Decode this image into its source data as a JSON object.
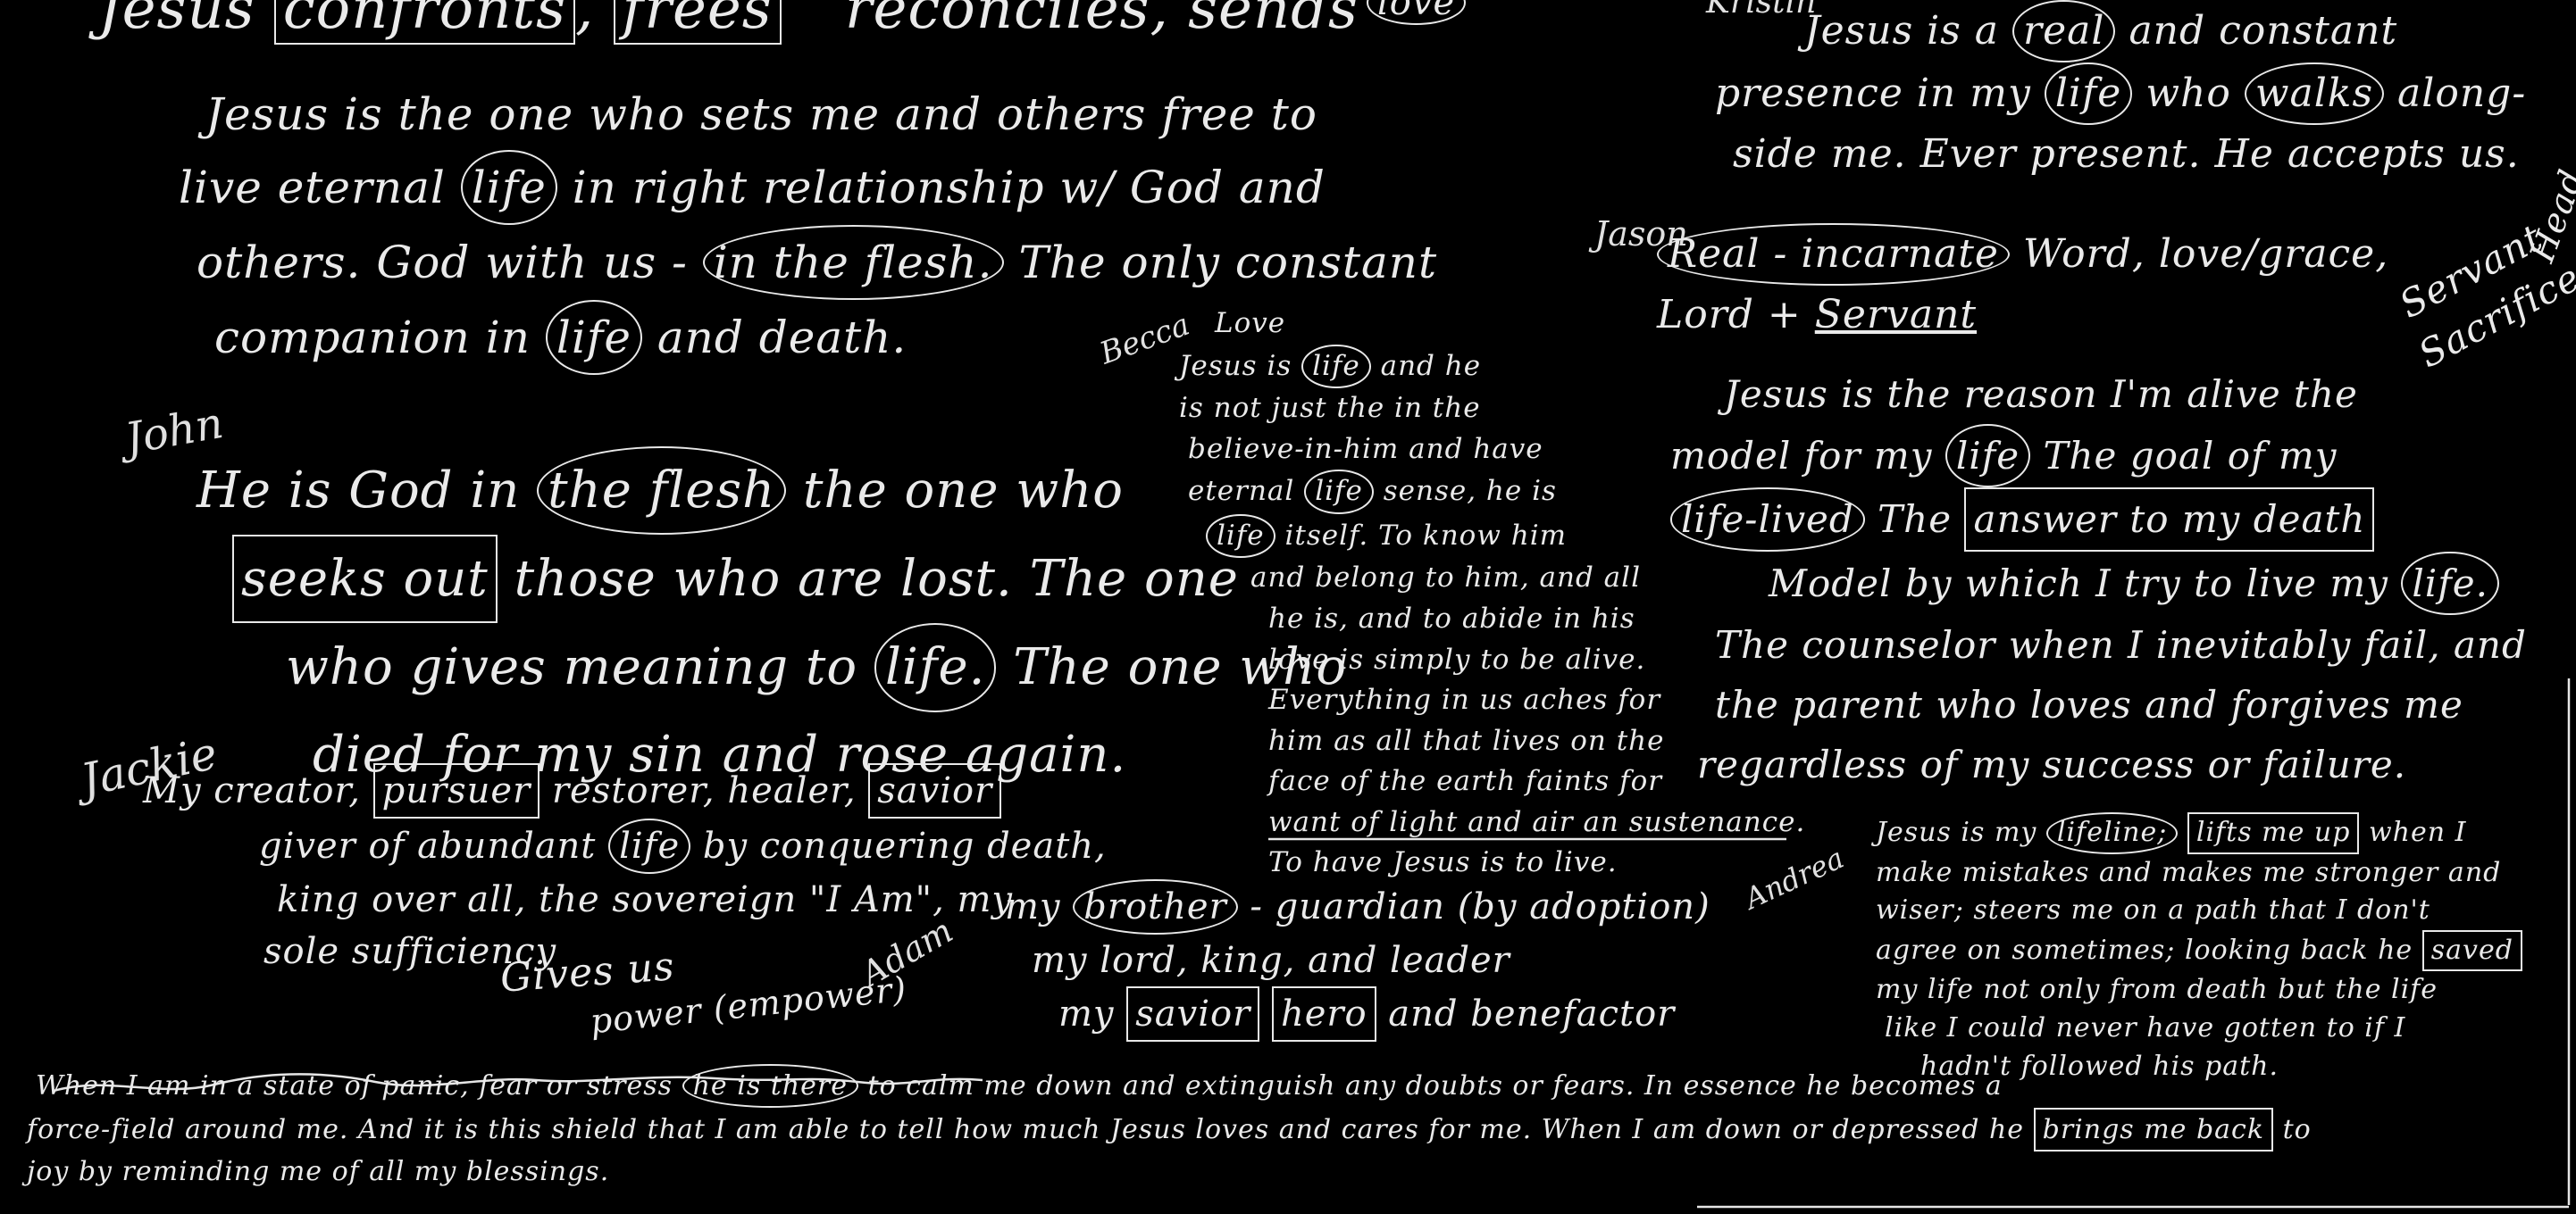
{
  "heading": {
    "prefix": "Jesus",
    "word1": "confronts",
    "sep1": ",",
    "word2": "frees",
    "word3": "reconciles,",
    "word4": "sends",
    "above_sends": "love"
  },
  "signatures": {
    "becca": "Becca",
    "john": "John",
    "jackie": "Jackie",
    "adam": "Adam",
    "jason": "Jason",
    "andrea": "Andrea",
    "kristin": "Kristin"
  },
  "block1": {
    "l1": "Jesus is the one who sets me and others free to",
    "l2a": "live eternal",
    "l2b": "life",
    "l2c": "in right relationship w/ God and",
    "l3a": "others. God with us -",
    "l3b": "in the flesh.",
    "l3c": "The only constant",
    "l4a": "companion in",
    "l4b": "life",
    "l4c": "and death."
  },
  "block2": {
    "l1a": "He is God in",
    "l1b": "the flesh",
    "l1c": "the one who",
    "l2a": "seeks out",
    "l2b": "those who are lost. The one",
    "l3a": "who gives meaning to",
    "l3b": "life.",
    "l3c": "The one who",
    "l4": "died for my sin and rose again."
  },
  "block3": {
    "l1a": "My creator,",
    "l1b": "pursuer",
    "l1c": "restorer, healer,",
    "l1d": "savior",
    "l2a": "giver of abundant",
    "l2b": "life",
    "l2c": "by conquering death,",
    "l3": "king over all, the sovereign \"I Am\", my",
    "l4": "sole sufficiency",
    "l5": "Gives us",
    "l6": "power (empower)"
  },
  "block4": {
    "l0": "Love",
    "l1a": "Jesus is",
    "l1b": "life",
    "l1c": "and he",
    "l2": "is not just the in the",
    "l3": "believe-in-him and have",
    "l4a": "eternal",
    "l4b": "life",
    "l4c": "sense, he is",
    "l5a": "life",
    "l5b": "itself. To know him",
    "l6": "and belong to him, and all",
    "l7": "he is, and to abide in his",
    "l8": "love is simply to be alive.",
    "l9": "Everything in us aches for",
    "l10": "him as all that lives on the",
    "l11": "face of the earth faints for",
    "l12": "want of light and air an sustenance.",
    "l13": "To have Jesus is to live."
  },
  "block5": {
    "l1a": "my",
    "l1b": "brother",
    "l1c": "- guardian (by adoption)",
    "l2": "my lord, king, and leader",
    "l3a": "my",
    "l3b": "savior",
    "l3c": "hero",
    "l3d": "and benefactor"
  },
  "block6": {
    "l1a": "Jesus is a",
    "l1b": "real",
    "l1c": "and constant",
    "l2a": "presence in my",
    "l2b": "life",
    "l2c": "who",
    "l2d": "walks",
    "l2e": "along-",
    "l3": "side me. Ever present. He accepts us."
  },
  "block7": {
    "l1a": "Real - incarnate",
    "l1b": "Word, love/grace,",
    "l2a": "Lord +",
    "l2b": "Servant"
  },
  "block8": {
    "l1": "Jesus is the reason I'm alive the",
    "l2a": "model for my",
    "l2b": "life",
    "l2c": "The goal of my",
    "l3a": "life-lived",
    "l3b": "The",
    "l3c": "answer to my death",
    "l4a": "Model by which I try to live my",
    "l4b": "life.",
    "l5": "The counselor when I inevitably fail, and",
    "l6": "the parent who loves and forgives me",
    "l7": "regardless of my success or failure."
  },
  "block9": {
    "l1a": "Jesus is my",
    "l1b": "lifeline;",
    "l1c": "lifts me up",
    "l1d": "when I",
    "l2": "make mistakes and makes me stronger and",
    "l3": "wiser; steers me on a path that I don't",
    "l4a": "agree on sometimes; looking back he",
    "l4b": "saved",
    "l5": "my life not only from death but the life",
    "l6": "like I could never have gotten to if I",
    "l7": "hadn't followed his path."
  },
  "side": {
    "l1": "Servant",
    "l2": "Sacrifice",
    "l3": "Head"
  },
  "bottom": {
    "l1a": "When I am in a state of panic, fear or stress",
    "l1b": "he is there",
    "l1c": "to calm me down and extinguish any doubts or fears. In essence he becomes a",
    "l2a": "force-field around me. And it is this shield that I am able to tell how much Jesus loves and cares for me. When I am down or depressed he",
    "l2b": "brings me back",
    "l2c": "to",
    "l3": "joy by reminding me of all my blessings."
  }
}
